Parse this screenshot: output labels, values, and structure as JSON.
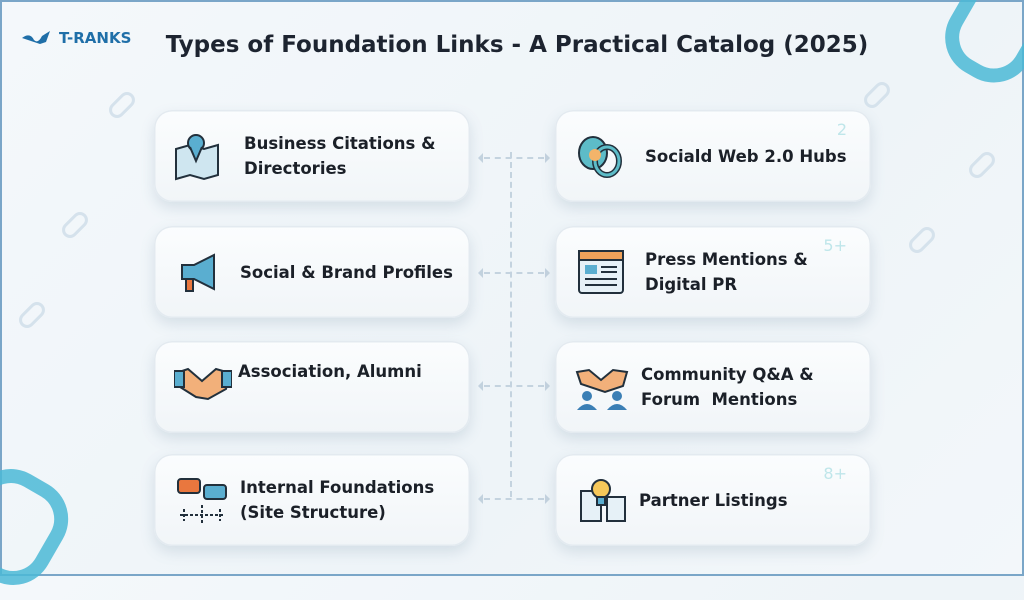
{
  "logo": {
    "text": "T-RANKS"
  },
  "title": "Types of Foundation Links - A Practical Catalog (2025)",
  "cards": [
    {
      "label": "Business Citations & Directories",
      "icon": "map-pin-icon",
      "num": ""
    },
    {
      "label": "Sociald Web 2.0 Hubs",
      "icon": "web-links-icon",
      "num": "2"
    },
    {
      "label": "Social & Brand Profiles",
      "icon": "megaphone-icon",
      "num": ""
    },
    {
      "label": "Press Mentions & Digital PR",
      "icon": "news-page-icon",
      "num": "5+"
    },
    {
      "label": "Association, Alumni",
      "icon": "handshake-icon",
      "num": ""
    },
    {
      "label": "Community Q&A & Forum  Mentions",
      "icon": "community-handshake-icon",
      "num": ""
    },
    {
      "label": "Internal Foundations (Site Structure)",
      "icon": "site-structure-icon",
      "num": ""
    },
    {
      "label": "Partner Listings",
      "icon": "lightbulb-checklist-icon",
      "num": "8+"
    }
  ],
  "colors": {
    "accent": "#4bb8d6",
    "brand": "#1f6fa8"
  }
}
